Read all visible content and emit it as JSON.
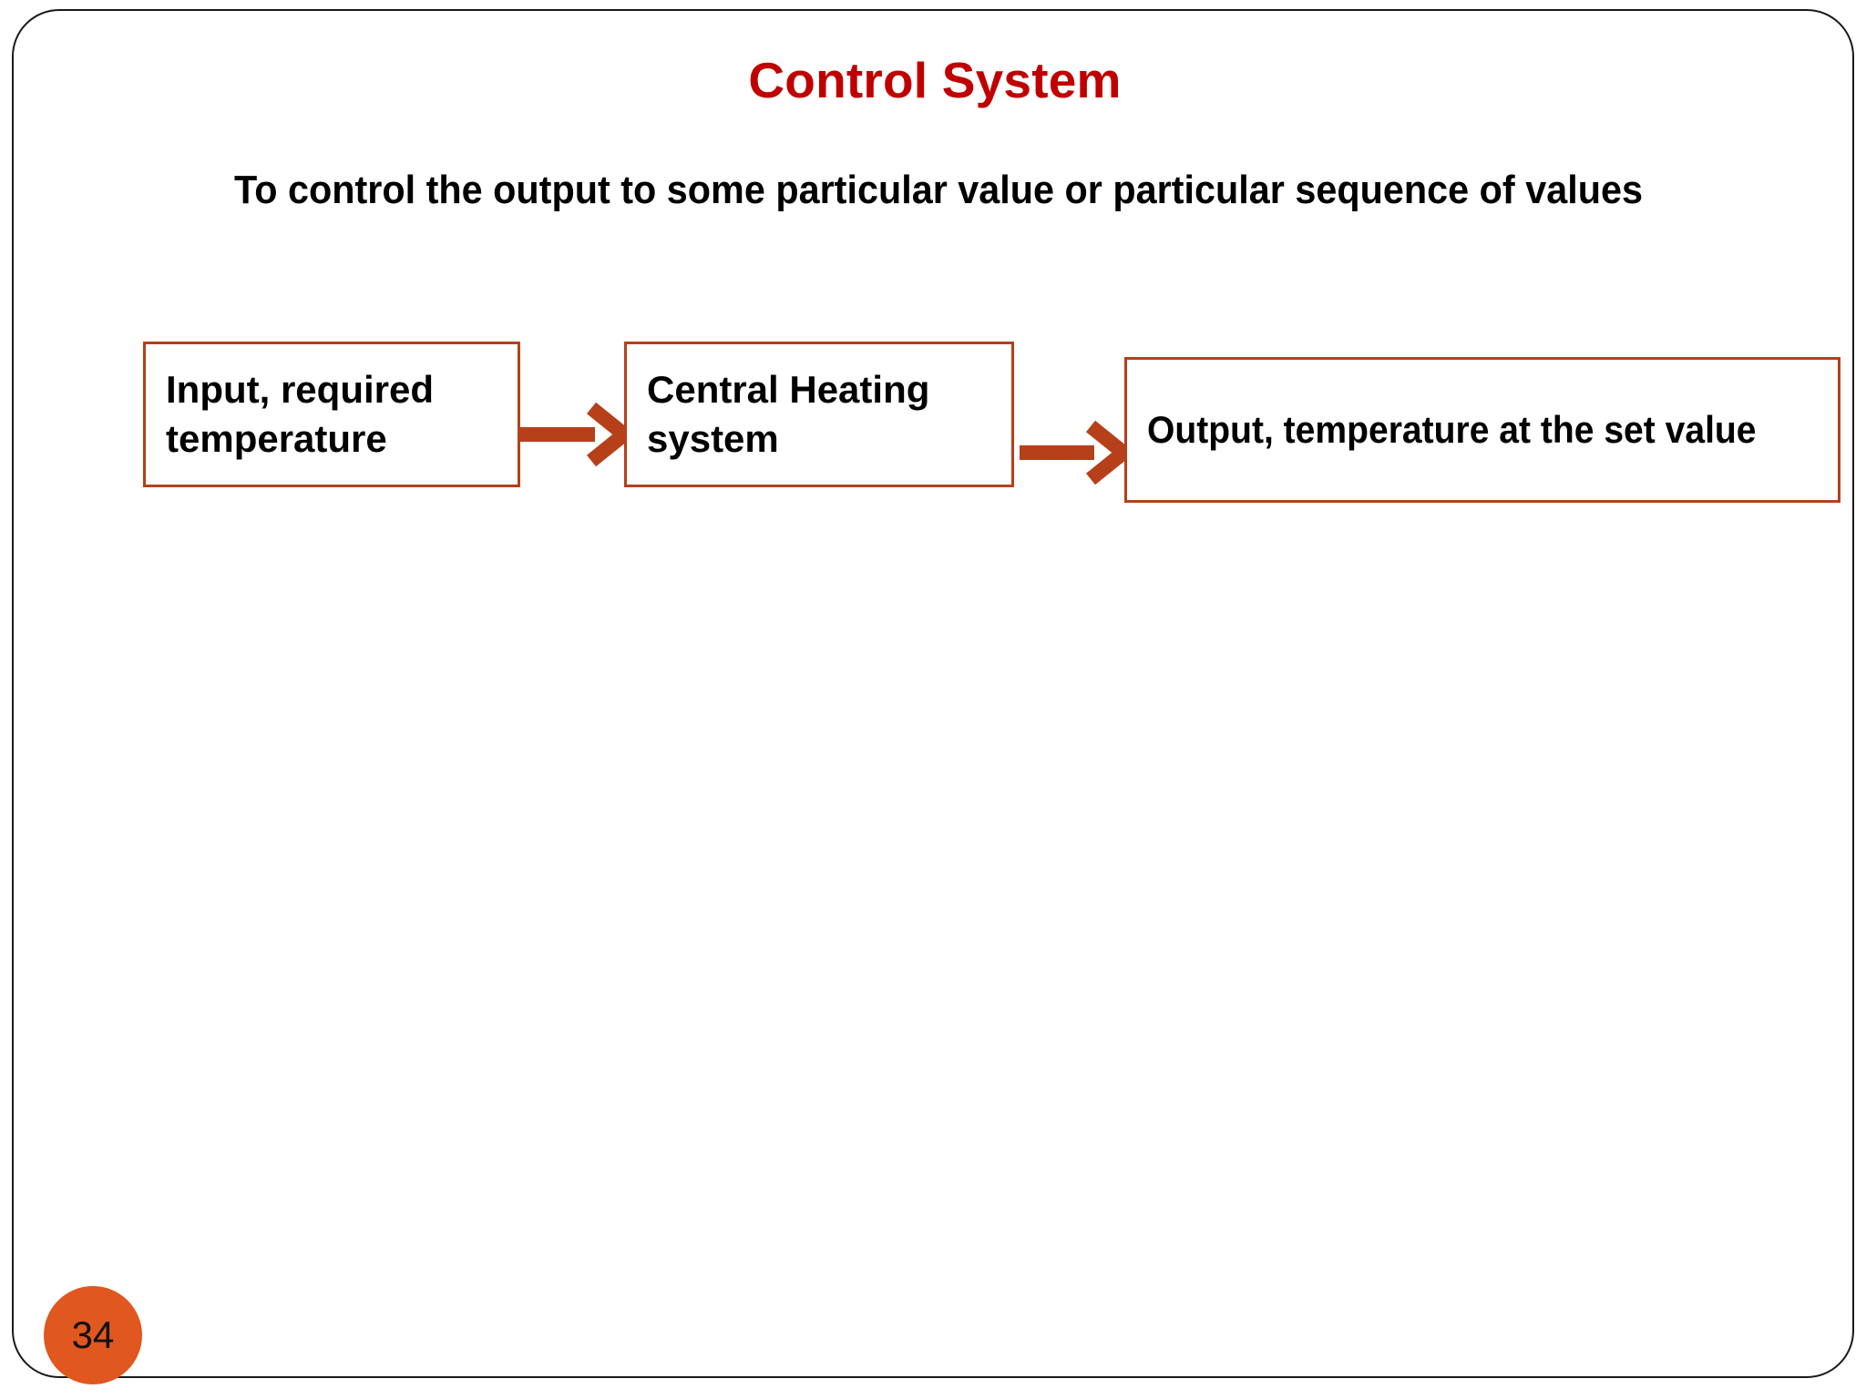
{
  "slide": {
    "title": "Control System",
    "subtitle": "To control the output to some particular value or particular sequence of values",
    "page_number": "34",
    "title_color": "#C00000",
    "accent_color": "#B5401A",
    "badge_color": "#E0571F",
    "border_color": "#1a1a1a"
  },
  "diagram": {
    "type": "block-flow",
    "blocks": [
      {
        "id": "input",
        "label": "Input, required temperature"
      },
      {
        "id": "process",
        "label": "Central Heating system"
      },
      {
        "id": "output",
        "label": "Output, temperature at the set value"
      }
    ],
    "connectors": [
      {
        "id": "arrow-1",
        "from": "input",
        "to": "process",
        "style": "open-chevron-arrow"
      },
      {
        "id": "arrow-2",
        "from": "process",
        "to": "output",
        "style": "open-chevron-arrow"
      }
    ]
  }
}
